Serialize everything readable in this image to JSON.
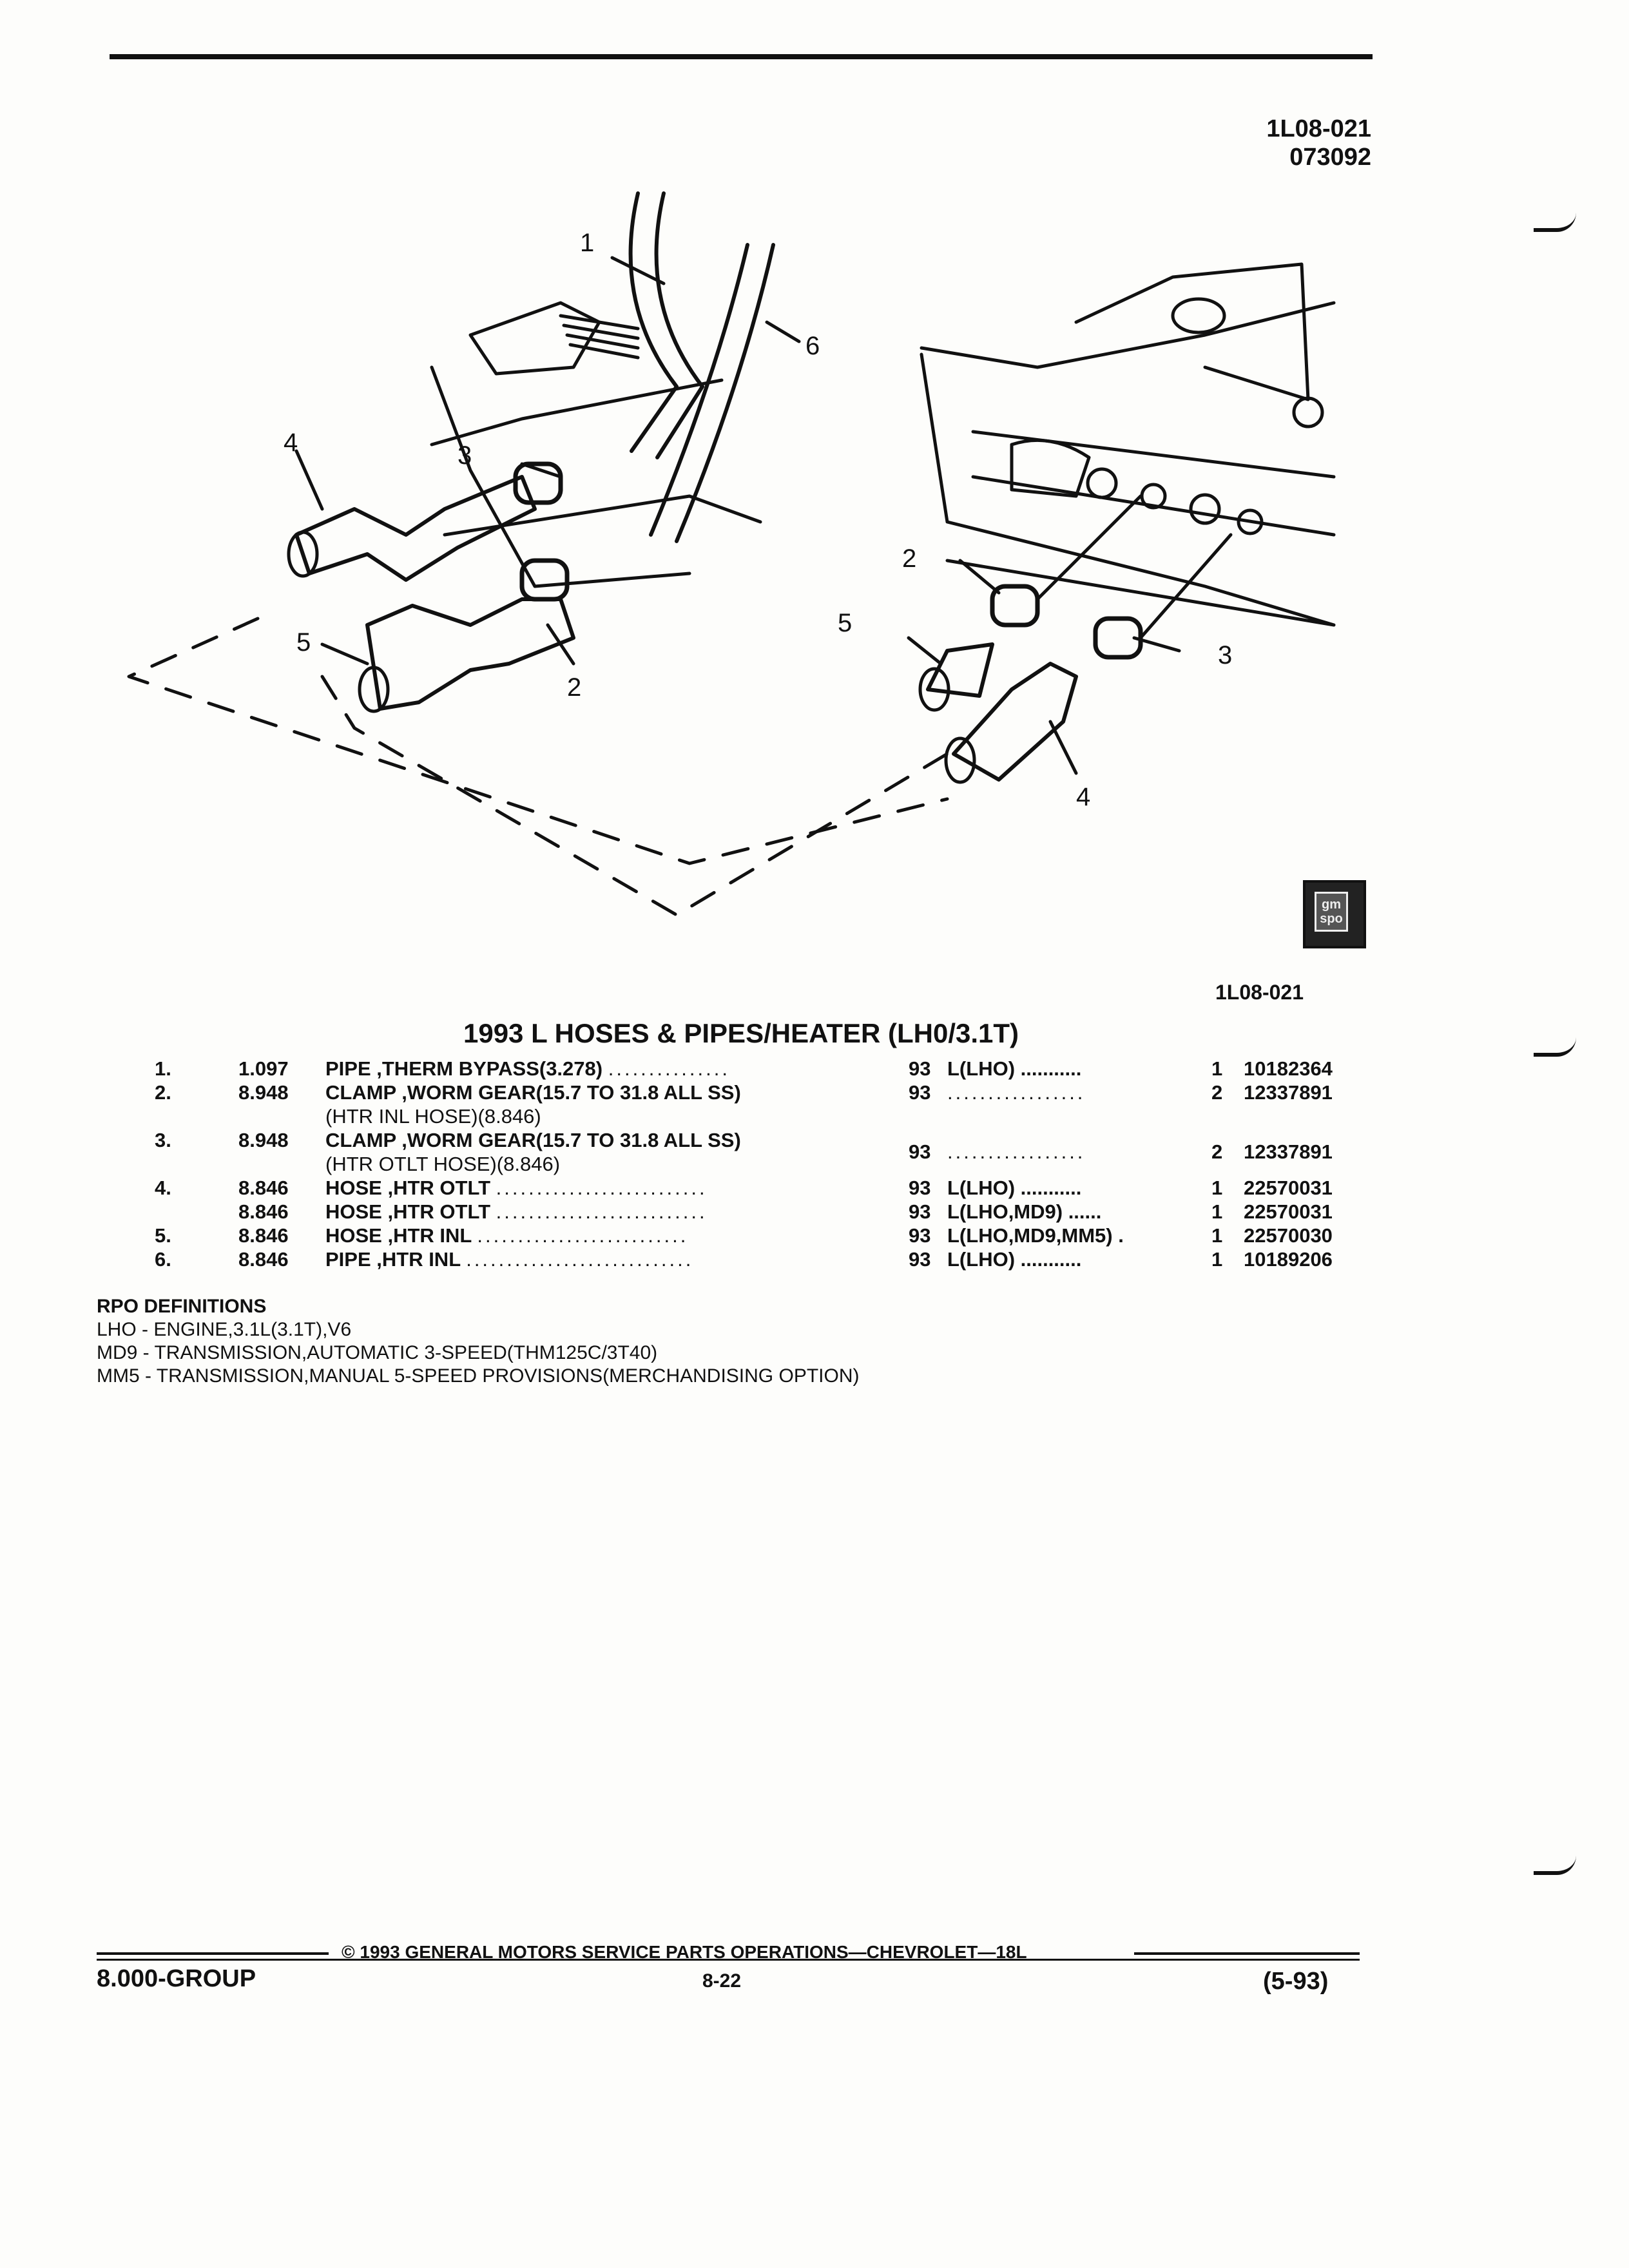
{
  "header": {
    "figure_code": "1L08-021",
    "date_code": "073092"
  },
  "diagram": {
    "callouts": [
      "1",
      "6",
      "4",
      "3",
      "2",
      "5",
      "2",
      "5",
      "3",
      "4"
    ],
    "gm_logo_text": "gm spo"
  },
  "figure_ref": "1L08-021",
  "section_title": "1993 L HOSES & PIPES/HEATER (LH0/3.1T)",
  "parts": [
    {
      "no": "1.",
      "group": "1.097",
      "desc": "PIPE ,THERM BYPASS(3.278)",
      "sub": "",
      "dots": "...............",
      "year": "93",
      "model": "L(LHO) ...........",
      "qty": "1",
      "part_no": "10182364"
    },
    {
      "no": "2.",
      "group": "8.948",
      "desc": "CLAMP ,WORM GEAR(15.7 TO 31.8 ALL SS)",
      "sub": "(HTR INL HOSE)(8.846)",
      "dots": "",
      "year": "93",
      "model": ".................",
      "qty": "2",
      "part_no": "12337891"
    },
    {
      "no": "3.",
      "group": "8.948",
      "desc": "CLAMP ,WORM GEAR(15.7 TO 31.8 ALL SS)",
      "sub": "(HTR OTLT HOSE)(8.846)",
      "dots": "",
      "year": "93",
      "model": ".................",
      "qty": "2",
      "part_no": "12337891"
    },
    {
      "no": "4.",
      "group": "8.846",
      "desc": "HOSE ,HTR OTLT",
      "sub": "",
      "dots": "..........................",
      "year": "93",
      "model": "L(LHO) ...........",
      "qty": "1",
      "part_no": "22570031"
    },
    {
      "no": "",
      "group": "8.846",
      "desc": "HOSE ,HTR OTLT",
      "sub": "",
      "dots": "..........................",
      "year": "93",
      "model": "L(LHO,MD9) ......",
      "qty": "1",
      "part_no": "22570031"
    },
    {
      "no": "5.",
      "group": "8.846",
      "desc": "HOSE ,HTR INL",
      "sub": "",
      "dots": "..........................",
      "year": "93",
      "model": "L(LHO,MD9,MM5) .",
      "qty": "1",
      "part_no": "22570030"
    },
    {
      "no": "6.",
      "group": "8.846",
      "desc": "PIPE ,HTR INL",
      "sub": "",
      "dots": "............................",
      "year": "93",
      "model": "L(LHO) ...........",
      "qty": "1",
      "part_no": "10189206"
    }
  ],
  "rpo": {
    "heading": "RPO DEFINITIONS",
    "items": [
      "LHO - ENGINE,3.1L(3.1T),V6",
      "MD9 - TRANSMISSION,AUTOMATIC 3-SPEED(THM125C/3T40)",
      "MM5 - TRANSMISSION,MANUAL 5-SPEED PROVISIONS(MERCHANDISING OPTION)"
    ]
  },
  "footer": {
    "group": "8.000-GROUP",
    "copyright": "© 1993 GENERAL MOTORS SERVICE PARTS OPERATIONS—CHEVROLET—18L",
    "page": "8-22",
    "revision": "(5-93)"
  }
}
